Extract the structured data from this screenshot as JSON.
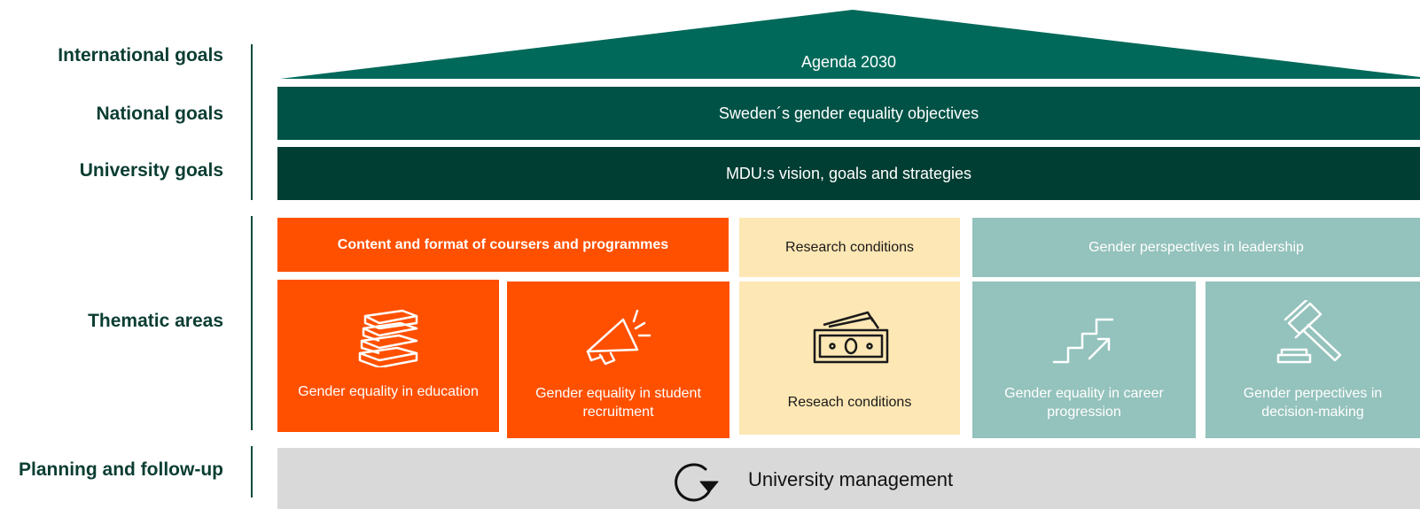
{
  "row_labels": {
    "international": "International goals",
    "national": "National goals",
    "university": "University goals",
    "thematic": "Thematic areas",
    "planning": "Planning and follow-up"
  },
  "bands": {
    "agenda": "Agenda 2030",
    "sweden": "Sweden´s gender equality objectives",
    "mdu": "MDU:s vision, goals and strategies"
  },
  "thematic": {
    "education_header": "Content and format of coursers and programmes",
    "research_header": "Research conditions",
    "leadership_header": "Gender perspectives in leadership",
    "tiles": {
      "education": "Gender equality in education",
      "recruitment": "Gender equality in student recruitment",
      "research": "Reseach conditions",
      "career": "Gender equality in career progression",
      "decision": "Gender perpectives in decision-making"
    }
  },
  "planning": {
    "management": "University management"
  },
  "icons": [
    "books-icon",
    "megaphone-icon",
    "money-icon",
    "stairs-icon",
    "gavel-icon",
    "refresh-icon"
  ],
  "colors": {
    "roof": "#00695a",
    "national_band": "#005246",
    "university_band": "#003d33",
    "orange": "#ff5000",
    "cream": "#fde7b4",
    "teal": "#94c2bc",
    "grey": "#d9d9d9",
    "label_text": "#0b3d32"
  }
}
